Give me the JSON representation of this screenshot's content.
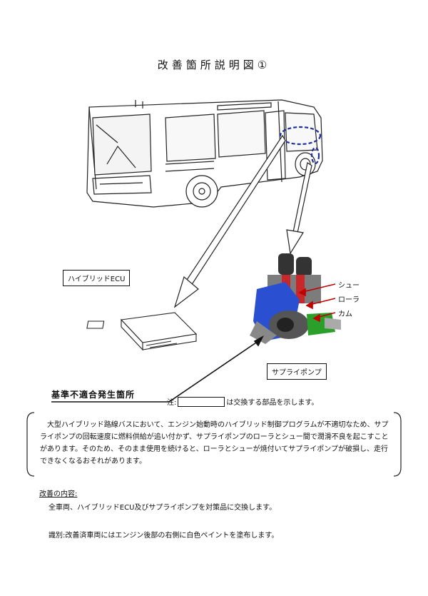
{
  "title": "改善箇所説明図①",
  "labels": {
    "ecu": "ハイブリッドECU",
    "pump": "サプライポンプ",
    "shoe": "シュー",
    "roller": "ローラ",
    "cam": "カム"
  },
  "nonconforming_location": "基準不適合発生箇所",
  "note": {
    "prefix": "注:",
    "suffix": "は交換する部品を示します。"
  },
  "description": "大型ハイブリッド路線バスにおいて、エンジン始動時のハイブリッド制御プログラムが不適切なため、サプライポンプの回転速度に燃料供給が追い付かず、サプライポンプのローラとシュー間で潤滑不良を起こすことがあります。そのため、そのまま使用を続けると、ローラとシューが焼付いてサプライポンプが破損し、走行できなくなるおそれがあります。",
  "improvement": {
    "heading": "改善の内容:",
    "body": "全車両、ハイブリッドECU及びサプライポンプを対策品に交換します。"
  },
  "identification": "識別:改善済車両にはエンジン後部の右側に白色ペイントを塗布します。",
  "colors": {
    "highlight_ellipse": "#1f2f9e",
    "pointer_arrow": "#c00000",
    "pump_blue": "#2a4fd0",
    "pump_red": "#c8282a",
    "pump_green": "#2aa02a"
  },
  "icons": [
    "bus-illustration",
    "ecu-unit-illustration",
    "supply-pump-cutaway-illustration"
  ]
}
